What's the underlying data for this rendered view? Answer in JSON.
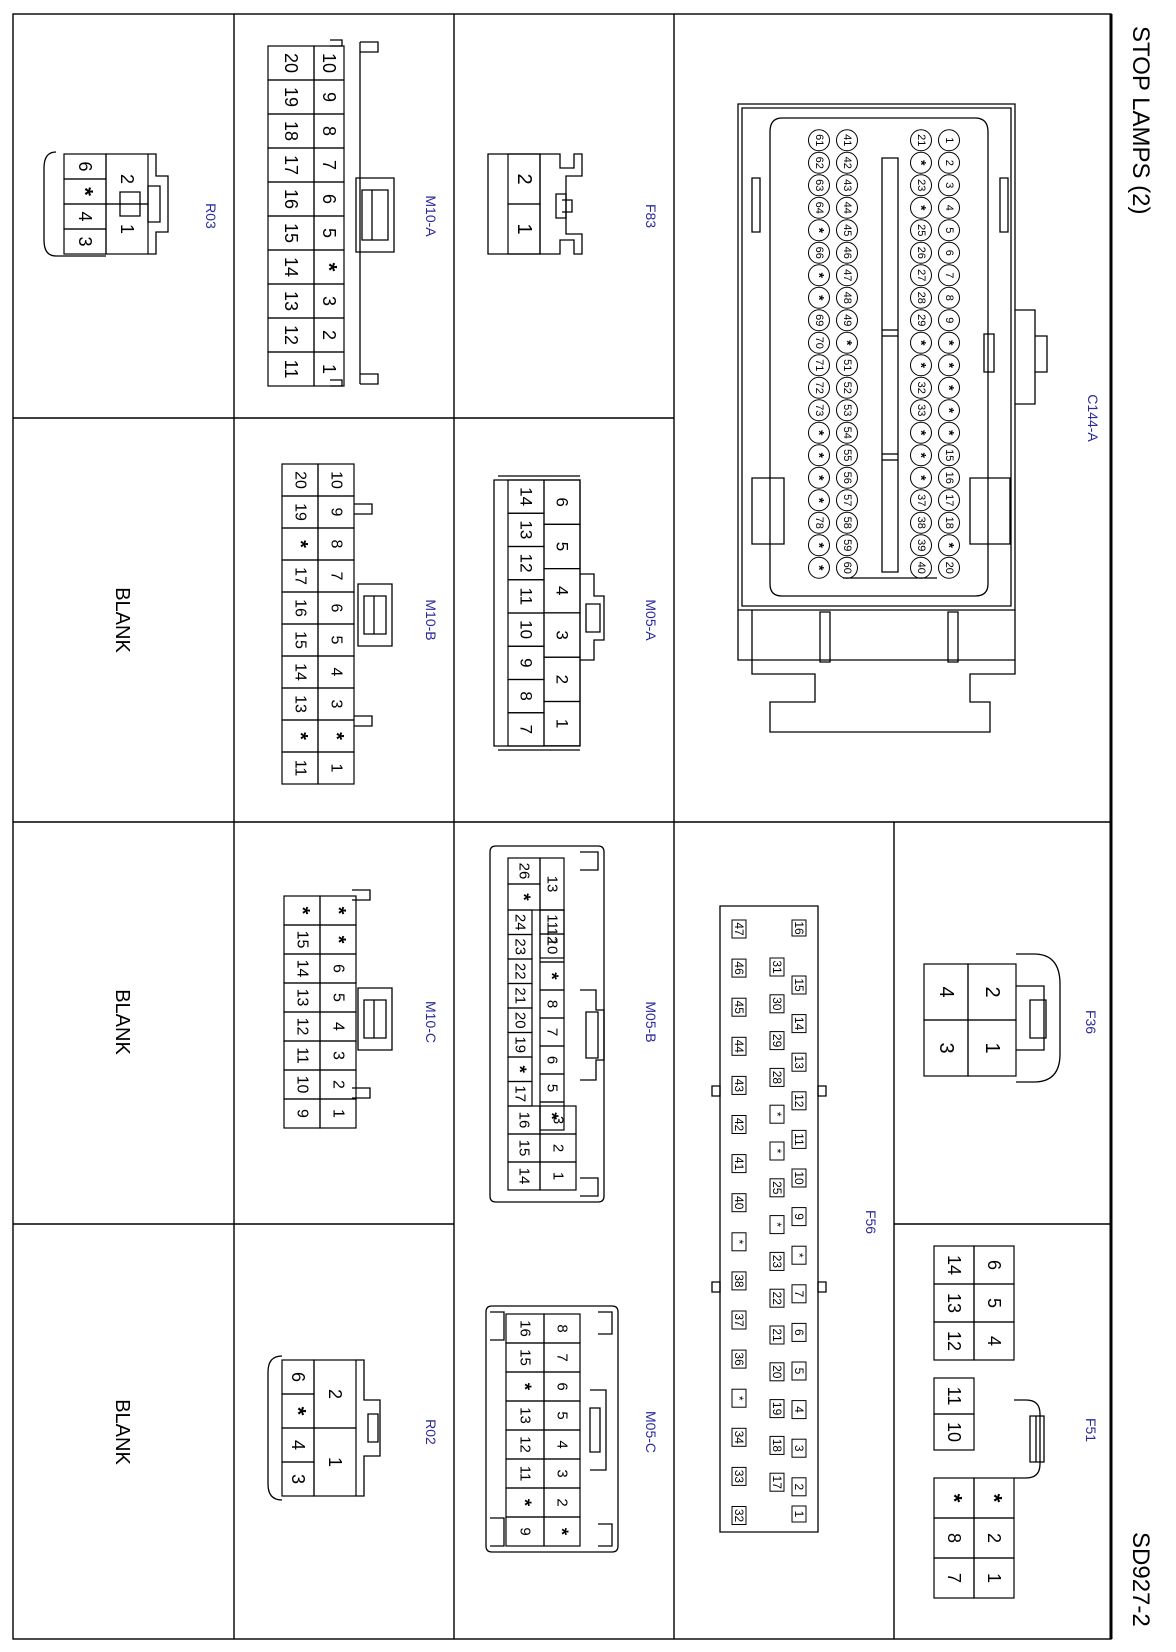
{
  "sheet": {
    "title": "STOP LAMPS (2)",
    "code": "SD927-2",
    "blank_label": "BLANK"
  },
  "connectors": {
    "C144A": {
      "id": "C144-A",
      "pins": {
        "r1": [
          "20",
          "*",
          "18",
          "17",
          "16",
          "15",
          "*",
          "*",
          "*",
          "*",
          "*",
          "9",
          "8",
          "7",
          "6",
          "5",
          "4",
          "3",
          "2",
          "1"
        ],
        "r2": [
          "40",
          "39",
          "38",
          "37",
          "*",
          "*",
          "*",
          "33",
          "32",
          "*",
          "*",
          "29",
          "28",
          "27",
          "26",
          "25",
          "*",
          "23",
          "*",
          "21"
        ],
        "r3": [
          "60",
          "59",
          "58",
          "57",
          "56",
          "55",
          "54",
          "53",
          "52",
          "51",
          "*",
          "49",
          "48",
          "47",
          "46",
          "45",
          "44",
          "43",
          "42",
          "41"
        ],
        "r4": [
          "*",
          "*",
          "78",
          "*",
          "*",
          "*",
          "*",
          "73",
          "72",
          "71",
          "70",
          "69",
          "*",
          "*",
          "66",
          "*",
          "64",
          "63",
          "62",
          "61"
        ]
      }
    },
    "F83": {
      "id": "F83",
      "pins": [
        "2",
        "1"
      ]
    },
    "M10A": {
      "id": "M10-A",
      "pins": {
        "top": [
          "10",
          "9",
          "8",
          "7",
          "6",
          "5",
          "*",
          "3",
          "2",
          "1"
        ],
        "bottom": [
          "20",
          "19",
          "18",
          "17",
          "16",
          "15",
          "14",
          "13",
          "12",
          "11"
        ]
      }
    },
    "R03": {
      "id": "R03",
      "pins": {
        "top": [
          "2",
          "1"
        ],
        "bottom": [
          "6",
          "*",
          "4",
          "3"
        ]
      }
    },
    "M05A": {
      "id": "M05-A",
      "pins": {
        "top": [
          "6",
          "5",
          "4",
          "3",
          "2",
          "1"
        ],
        "bottom": [
          "14",
          "13",
          "12",
          "11",
          "10",
          "9",
          "8",
          "7"
        ]
      }
    },
    "M10B": {
      "id": "M10-B",
      "pins": {
        "top": [
          "10",
          "9",
          "8",
          "7",
          "6",
          "5",
          "4",
          "3",
          "*",
          "1"
        ],
        "bottom": [
          "20",
          "19",
          "*",
          "17",
          "16",
          "15",
          "14",
          "13",
          "*",
          "11"
        ]
      }
    },
    "F36": {
      "id": "F36",
      "pins": {
        "top": [
          "2",
          "1"
        ],
        "bottom": [
          "4",
          "3"
        ]
      }
    },
    "F56": {
      "id": "F56",
      "pins": {
        "rowA": [
          "16",
          "1"
        ],
        "rowB": [
          "15",
          "14",
          "13",
          "12",
          "11",
          "10",
          "9",
          "*",
          "7",
          "6",
          "5",
          "4",
          "3",
          "2"
        ],
        "rowC": [
          "31",
          "30",
          "29",
          "28",
          "*",
          "*",
          "25",
          "*",
          "23",
          "22",
          "21",
          "20",
          "19",
          "18",
          "17"
        ],
        "rowD": [
          "47",
          "46",
          "45",
          "44",
          "43",
          "42",
          "41",
          "40",
          "*",
          "38",
          "37",
          "36",
          "*",
          "34",
          "33",
          "32"
        ]
      }
    },
    "M05B": {
      "id": "M05-B",
      "pins": {
        "topA": [
          "13",
          "12"
        ],
        "topB": [
          "11",
          "10",
          "*",
          "8",
          "7",
          "6",
          "5",
          "*"
        ],
        "topC": [
          "3",
          "2",
          "1"
        ],
        "bottomA": [
          "26",
          "*"
        ],
        "bottomB": [
          "24",
          "23",
          "22",
          "21",
          "20",
          "19",
          "*",
          "17"
        ],
        "bottomC": [
          "16",
          "15",
          "14"
        ]
      }
    },
    "M10C": {
      "id": "M10-C",
      "pins": {
        "top": [
          "*",
          "*",
          "6",
          "5",
          "4",
          "3",
          "2",
          "1"
        ],
        "bottom": [
          "*",
          "15",
          "14",
          "13",
          "12",
          "11",
          "10",
          "9"
        ]
      }
    },
    "F51": {
      "id": "F51",
      "pins": {
        "leftTop": [
          "6",
          "5",
          "4"
        ],
        "leftBottom": [
          "14",
          "13",
          "12"
        ],
        "middle": [
          "11",
          "10"
        ],
        "rightTop": [
          "*",
          "2",
          "1"
        ],
        "rightBottom": [
          "*",
          "8",
          "7"
        ]
      }
    },
    "M05C": {
      "id": "M05-C",
      "pins": {
        "top": [
          "8",
          "7",
          "6",
          "5",
          "4",
          "3",
          "2",
          "*"
        ],
        "bottom": [
          "16",
          "15",
          "*",
          "13",
          "12",
          "11",
          "*",
          "9"
        ]
      }
    },
    "R02": {
      "id": "R02",
      "pins": {
        "top": [
          "2",
          "1"
        ],
        "bottom": [
          "6",
          "*",
          "4",
          "3"
        ]
      }
    }
  },
  "colors": {
    "line": "#000000",
    "connector_label": "#2a2a9a"
  }
}
